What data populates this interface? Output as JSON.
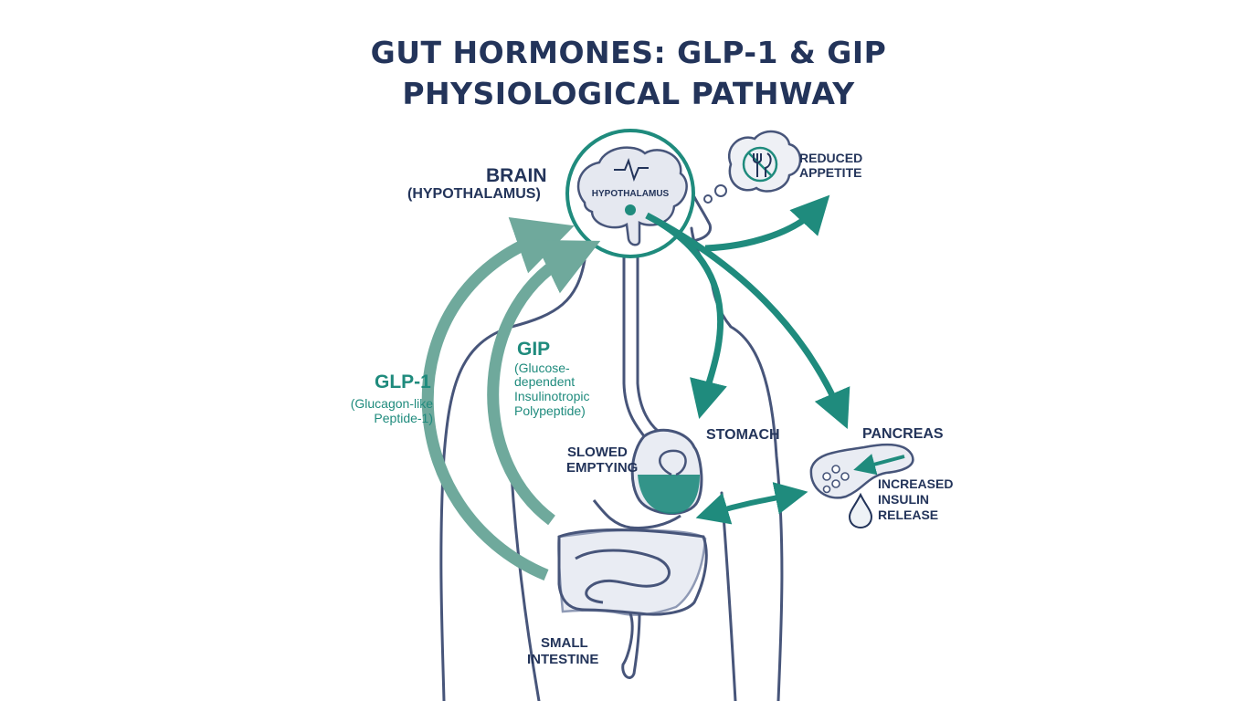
{
  "title": {
    "line1": "GUT HORMONES: GLP-1 & GIP",
    "line2": "PHYSIOLOGICAL PATHWAY"
  },
  "labels": {
    "brain": "BRAIN",
    "hypothalamus_paren": "(HYPOTHALAMUS)",
    "hypothalamus_inner": "HYPOTHALAMUS",
    "reduced": "REDUCED",
    "appetite": "APPETITE",
    "glp1_title": "GLP-1",
    "glp1_line1": "(Glucagon-like",
    "glp1_line2": "Peptide-1)",
    "gip_title": "GIP",
    "gip_line1": "(Glucose-",
    "gip_line2": "dependent",
    "gip_line3": "Insulinotropic",
    "gip_line4": "Polypeptide)",
    "stomach": "STOMACH",
    "slowed": "SLOWED",
    "emptying": "EMPTYING",
    "pancreas": "PANCREAS",
    "increased": "INCREASED",
    "insulin": "INSULIN",
    "release": "RELEASE",
    "small": "SMALL",
    "intestine": "INTESTINE"
  },
  "colors": {
    "navy": "#23345a",
    "teal": "#1f8b7d",
    "teal_light": "#6fa99c",
    "organ_fill": "#e9ecf3",
    "organ_stroke": "#8f9ab5"
  },
  "icons": [
    "brain-icon",
    "pulse-icon",
    "no-food-icon",
    "thought-bubble-icon",
    "insulin-drop-icon",
    "pancreas-icon"
  ]
}
